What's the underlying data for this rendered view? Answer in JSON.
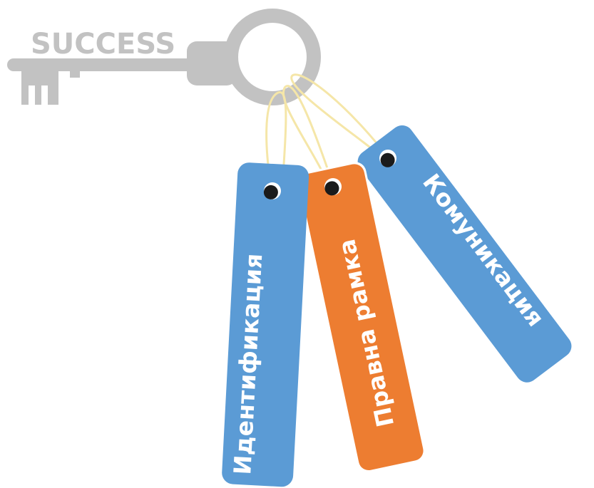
{
  "key": {
    "label": "SUCCESS",
    "color": "#c2c2c2"
  },
  "tags": [
    {
      "label": "Идентификация",
      "color": "#5b9bd5"
    },
    {
      "label": "Правна рамка",
      "color": "#ed7d31"
    },
    {
      "label": "Комуникация",
      "color": "#5b9bd5"
    }
  ],
  "colors": {
    "string": "#f5e6a8",
    "hole": "#1b1b1b",
    "hole_rim": "#ffffff"
  }
}
